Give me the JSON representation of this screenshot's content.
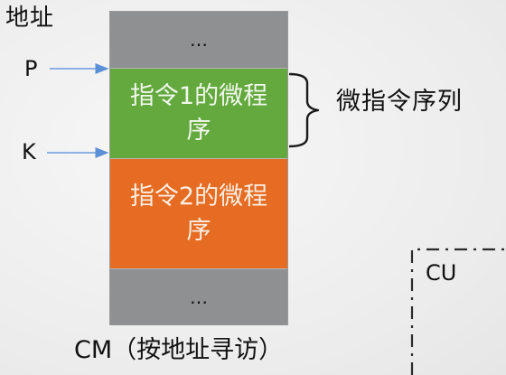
{
  "address_heading": "地址",
  "memory": {
    "top_segment": "…",
    "program1": "指令1的微程序",
    "program2": "指令2的微程序",
    "bottom_segment": "…"
  },
  "pointers": {
    "p_label": "P",
    "k_label": "K"
  },
  "brace_label": "微指令序列",
  "cm_caption": "CM（按地址寻访）",
  "cu_label": "CU"
}
